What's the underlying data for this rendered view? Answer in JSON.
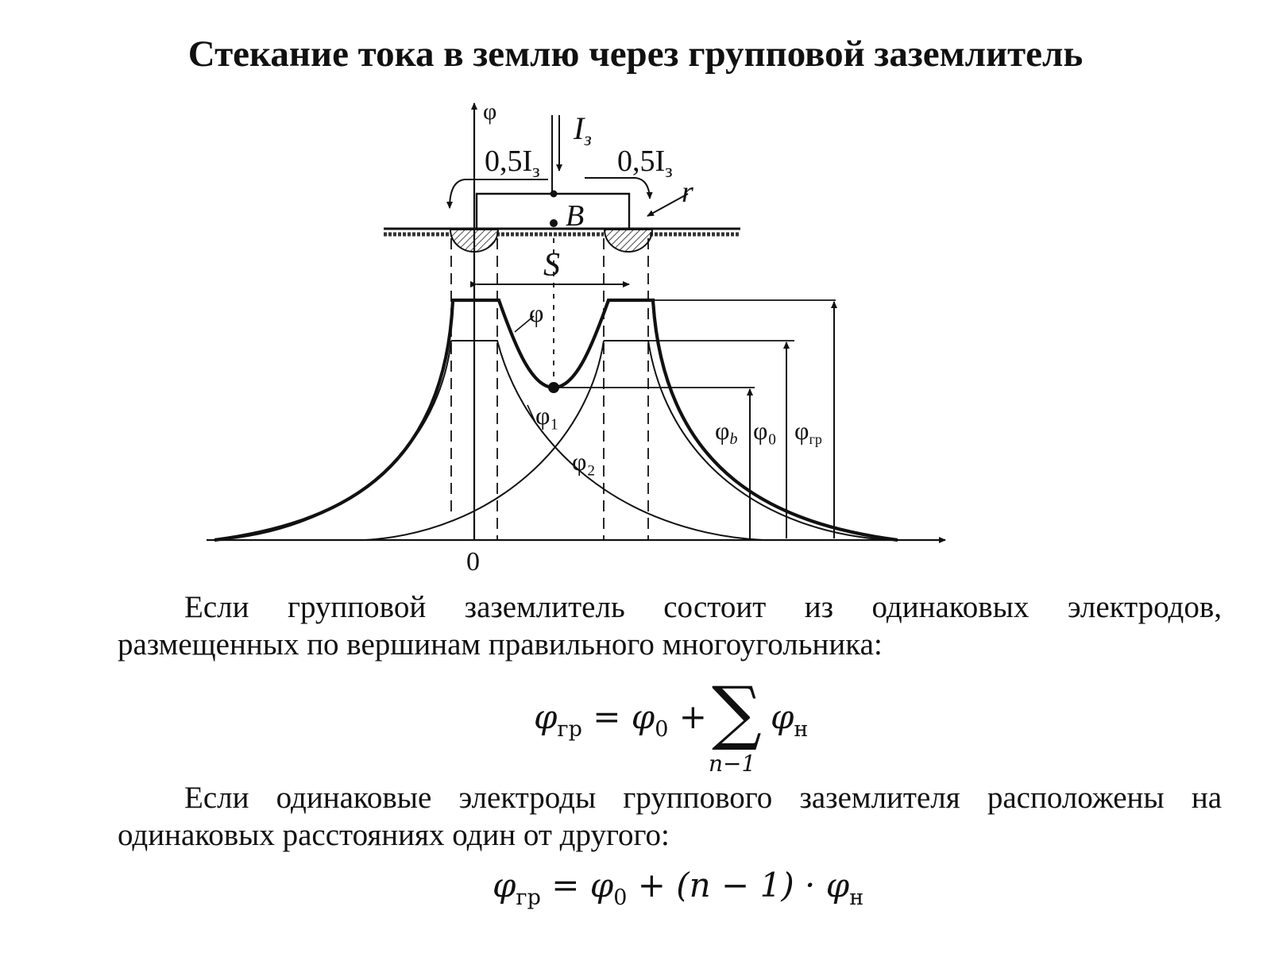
{
  "title": "Стекание тока в землю через групповой заземлитель",
  "diagram": {
    "axis_y": "φ",
    "origin": "0",
    "current_main": "I",
    "current_main_sub": "з",
    "current_half_left": "0,5I",
    "current_half_right": "0,5I",
    "current_sub": "з",
    "radius": "r",
    "point_b": "B",
    "spacing": "S",
    "curve_phi": "φ",
    "curve_phi1": "φ₁",
    "curve_phi2": "φ₂",
    "dim_phib": "φ",
    "dim_phib_sub": "b",
    "dim_phi0": "φ₀",
    "dim_phigr": "φ",
    "dim_phigr_sub": "гр"
  },
  "text": {
    "para1": "Если групповой заземлитель состоит из одинаковых электродов, размещенных по вершинам правильного многоугольника:",
    "para2": "Если одинаковые электроды группового заземлителя расположены на одинаковых расстояниях один от другого:"
  },
  "formula1": {
    "phi": "φ",
    "sub_gr": "гр",
    "eq": " = ",
    "phi0": "φ",
    "sub_0": "0",
    "plus": " + ",
    "sigma": "∑",
    "sigma_sub": "n−1",
    "phin": "φ",
    "sub_n": "н"
  },
  "formula2": {
    "phi": "φ",
    "sub_gr": "гр",
    "eq": " = ",
    "phi0": "φ",
    "sub_0": "0",
    "rest": " + (n − 1) · ",
    "phin": "φ",
    "sub_n": "н"
  }
}
